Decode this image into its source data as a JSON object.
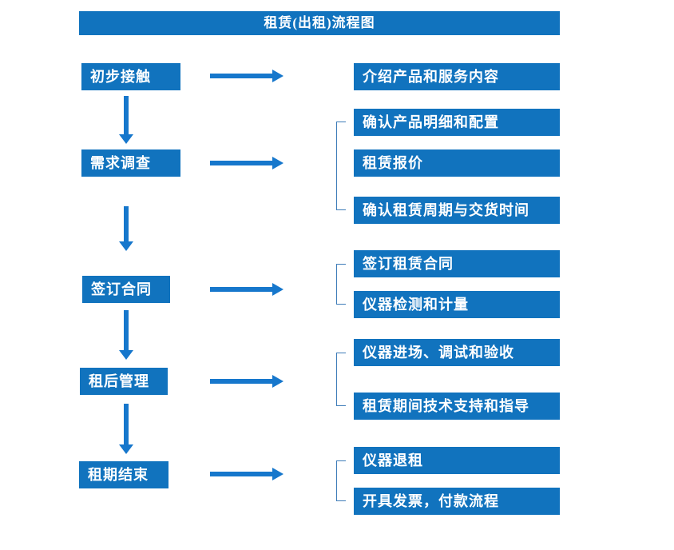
{
  "title": "租赁(出租)流程图",
  "colors": {
    "box_blue": "#1173BE",
    "arrow_blue": "#1677CC",
    "bracket_blue": "#3E7CB8",
    "text_white": "#FFFFFF",
    "background": "#FFFFFF"
  },
  "steps": [
    {
      "label": "初步接触",
      "outputs": [
        "介绍产品和服务内容"
      ]
    },
    {
      "label": "需求调查",
      "outputs": [
        "确认产品明细和配置",
        "租赁报价",
        "确认租赁周期与交货时间"
      ]
    },
    {
      "label": "签订合同",
      "outputs": [
        "签订租赁合同",
        "仪器检测和计量"
      ]
    },
    {
      "label": "租后管理",
      "outputs": [
        "仪器进场、调试和验收",
        "租赁期间技术支持和指导"
      ]
    },
    {
      "label": "租期结束",
      "outputs": [
        "仪器退租",
        "开具发票，付款流程"
      ]
    }
  ]
}
